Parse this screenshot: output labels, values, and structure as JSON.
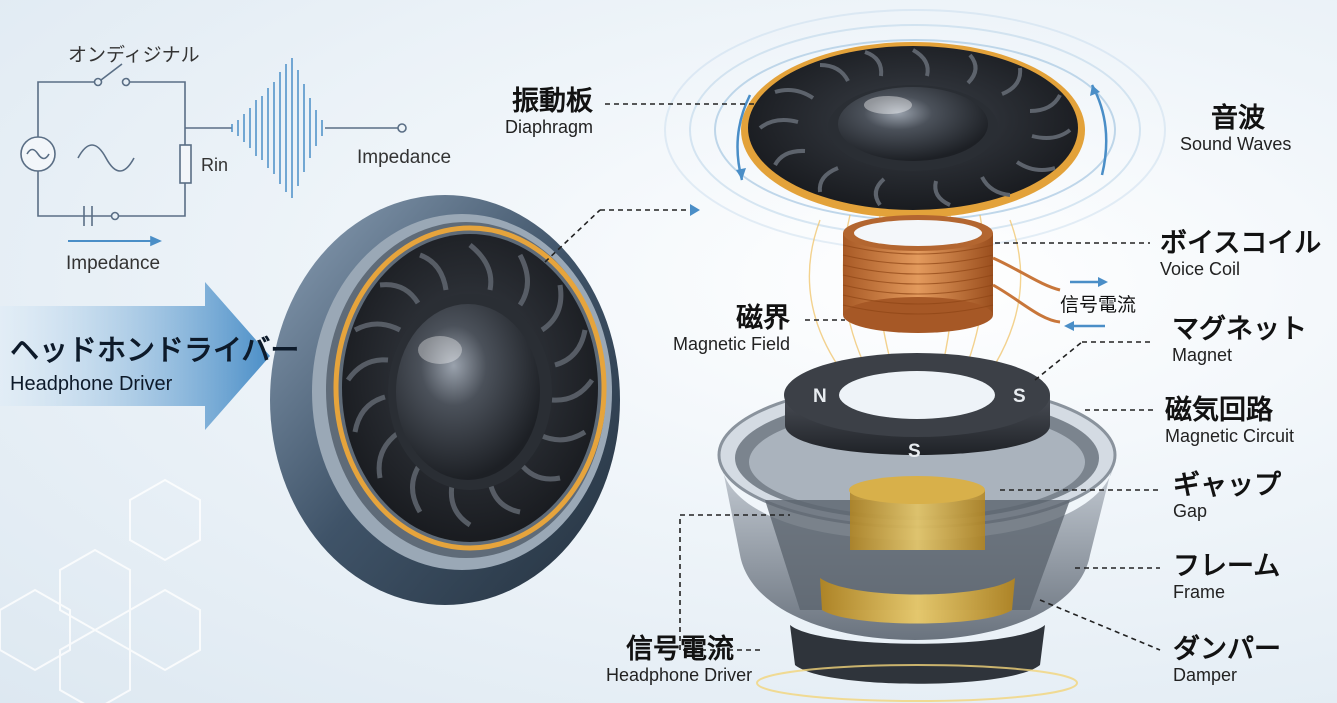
{
  "circuit": {
    "switch_label": "オンディジナル",
    "resistor_label": "Rin",
    "waveform_label": "Impedance",
    "bottom_label": "Impedance"
  },
  "title": {
    "jp": "ヘッドホンドライバー",
    "en": "Headphone Driver"
  },
  "labels": {
    "diaphragm": {
      "jp": "振動板",
      "en": "Diaphragm"
    },
    "sound_waves": {
      "jp": "音波",
      "en": "Sound Waves"
    },
    "voice_coil": {
      "jp": "ボイスコイル",
      "en": "Voice Coil"
    },
    "signal_current_coil": "信号電流",
    "magnetic_field": {
      "jp": "磁界",
      "en": "Magnetic Field"
    },
    "magnet": {
      "jp": "マグネット",
      "en": "Magnet"
    },
    "magnetic_circuit": {
      "jp": "磁気回路",
      "en": "Magnetic Circuit"
    },
    "gap": {
      "jp": "ギャップ",
      "en": "Gap"
    },
    "frame": {
      "jp": "フレーム",
      "en": "Frame"
    },
    "damper": {
      "jp": "ダンパー",
      "en": "Damper"
    },
    "signal_current": {
      "jp": "信号電流",
      "en": "Headphone Driver"
    }
  },
  "magnet_poles": [
    "N",
    "S",
    "S"
  ],
  "colors": {
    "accent_blue": "#4a8ec7",
    "copper": "#c8763a",
    "gold": "#e0a93a",
    "dark_metal": "#2d3036"
  }
}
